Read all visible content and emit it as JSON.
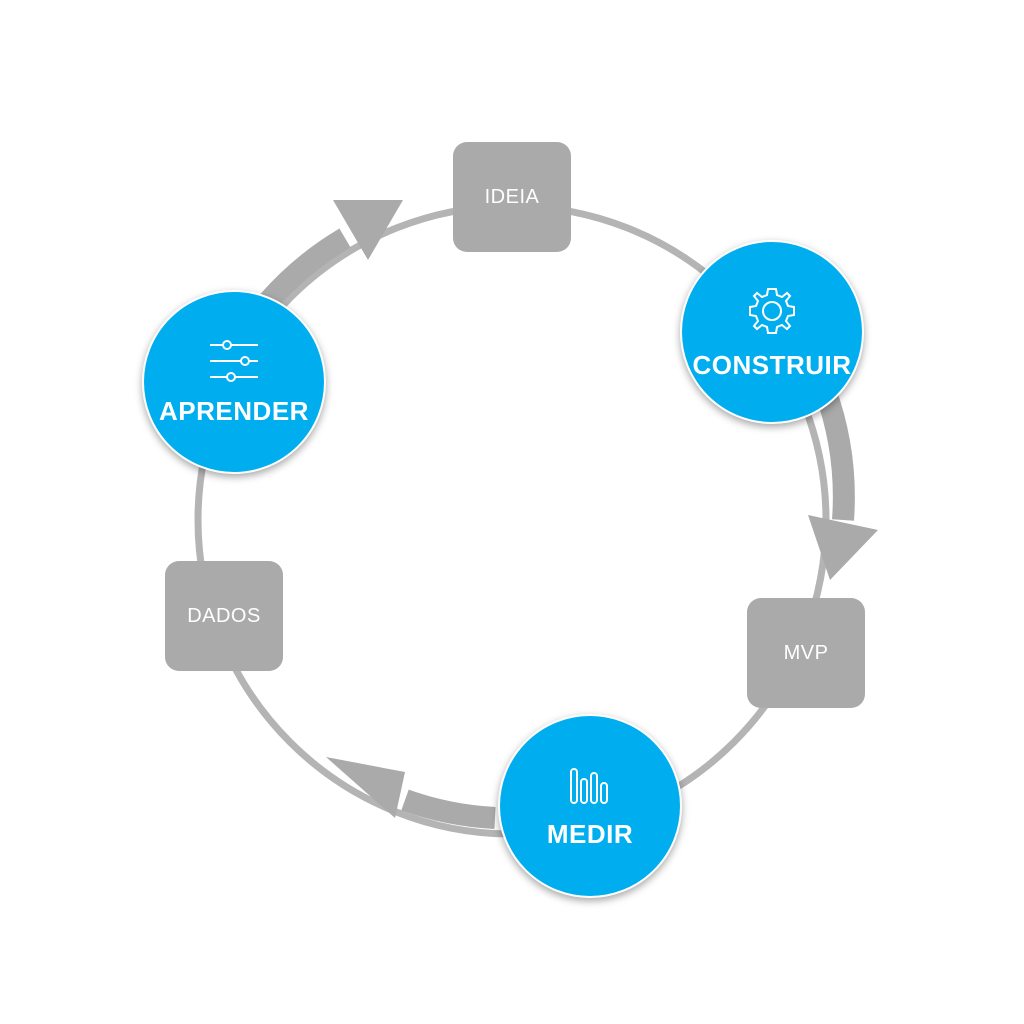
{
  "diagram": {
    "colors": {
      "accent": "#00aeef",
      "box": "#aaaaaa",
      "arc": "#b4b4b4",
      "text": "#ffffff"
    },
    "nodes": {
      "ideia": {
        "label": "IDEIA"
      },
      "construir": {
        "label": "CONSTRUIR",
        "icon": "gear-icon"
      },
      "mvp": {
        "label": "MVP"
      },
      "medir": {
        "label": "MEDIR",
        "icon": "bar-chart-icon"
      },
      "dados": {
        "label": "DADOS"
      },
      "aprender": {
        "label": "APRENDER",
        "icon": "sliders-icon"
      }
    }
  }
}
